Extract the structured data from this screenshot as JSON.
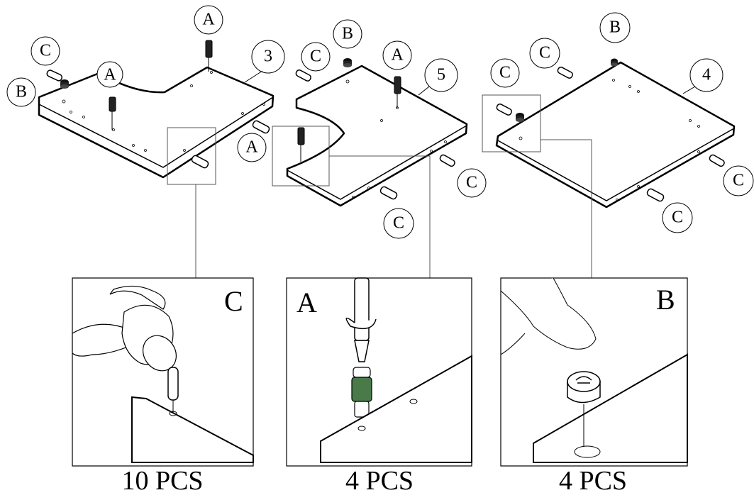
{
  "boards": [
    {
      "number": "3"
    },
    {
      "number": "5"
    },
    {
      "number": "4"
    }
  ],
  "callouts": {
    "board3": [
      "C",
      "B",
      "A",
      "A",
      "A"
    ],
    "board5": [
      "C",
      "B",
      "A",
      "C",
      "C"
    ],
    "board4": [
      "C",
      "C",
      "B",
      "C",
      "C"
    ]
  },
  "panels": [
    {
      "letter": "C",
      "quantity": "10 PCS"
    },
    {
      "letter": "A",
      "quantity": "4 PCS"
    },
    {
      "letter": "B",
      "quantity": "4 PCS"
    }
  ]
}
